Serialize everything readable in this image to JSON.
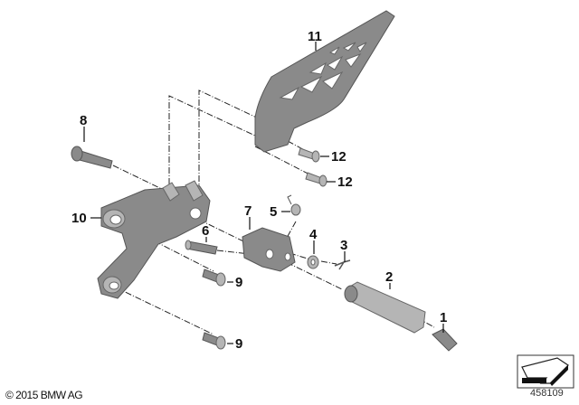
{
  "callouts": {
    "p1": "1",
    "p2": "2",
    "p3": "3",
    "p4": "4",
    "p5": "5",
    "p6": "6",
    "p7": "7",
    "p8": "8",
    "p9a": "9",
    "p9b": "9",
    "p10": "10",
    "p11": "11",
    "p12a": "12",
    "p12b": "12"
  },
  "footer": {
    "copyright": "© 2015 BMW AG",
    "diagram_number": "458109"
  },
  "icons": {
    "view_direction": "arrow-view-icon"
  }
}
